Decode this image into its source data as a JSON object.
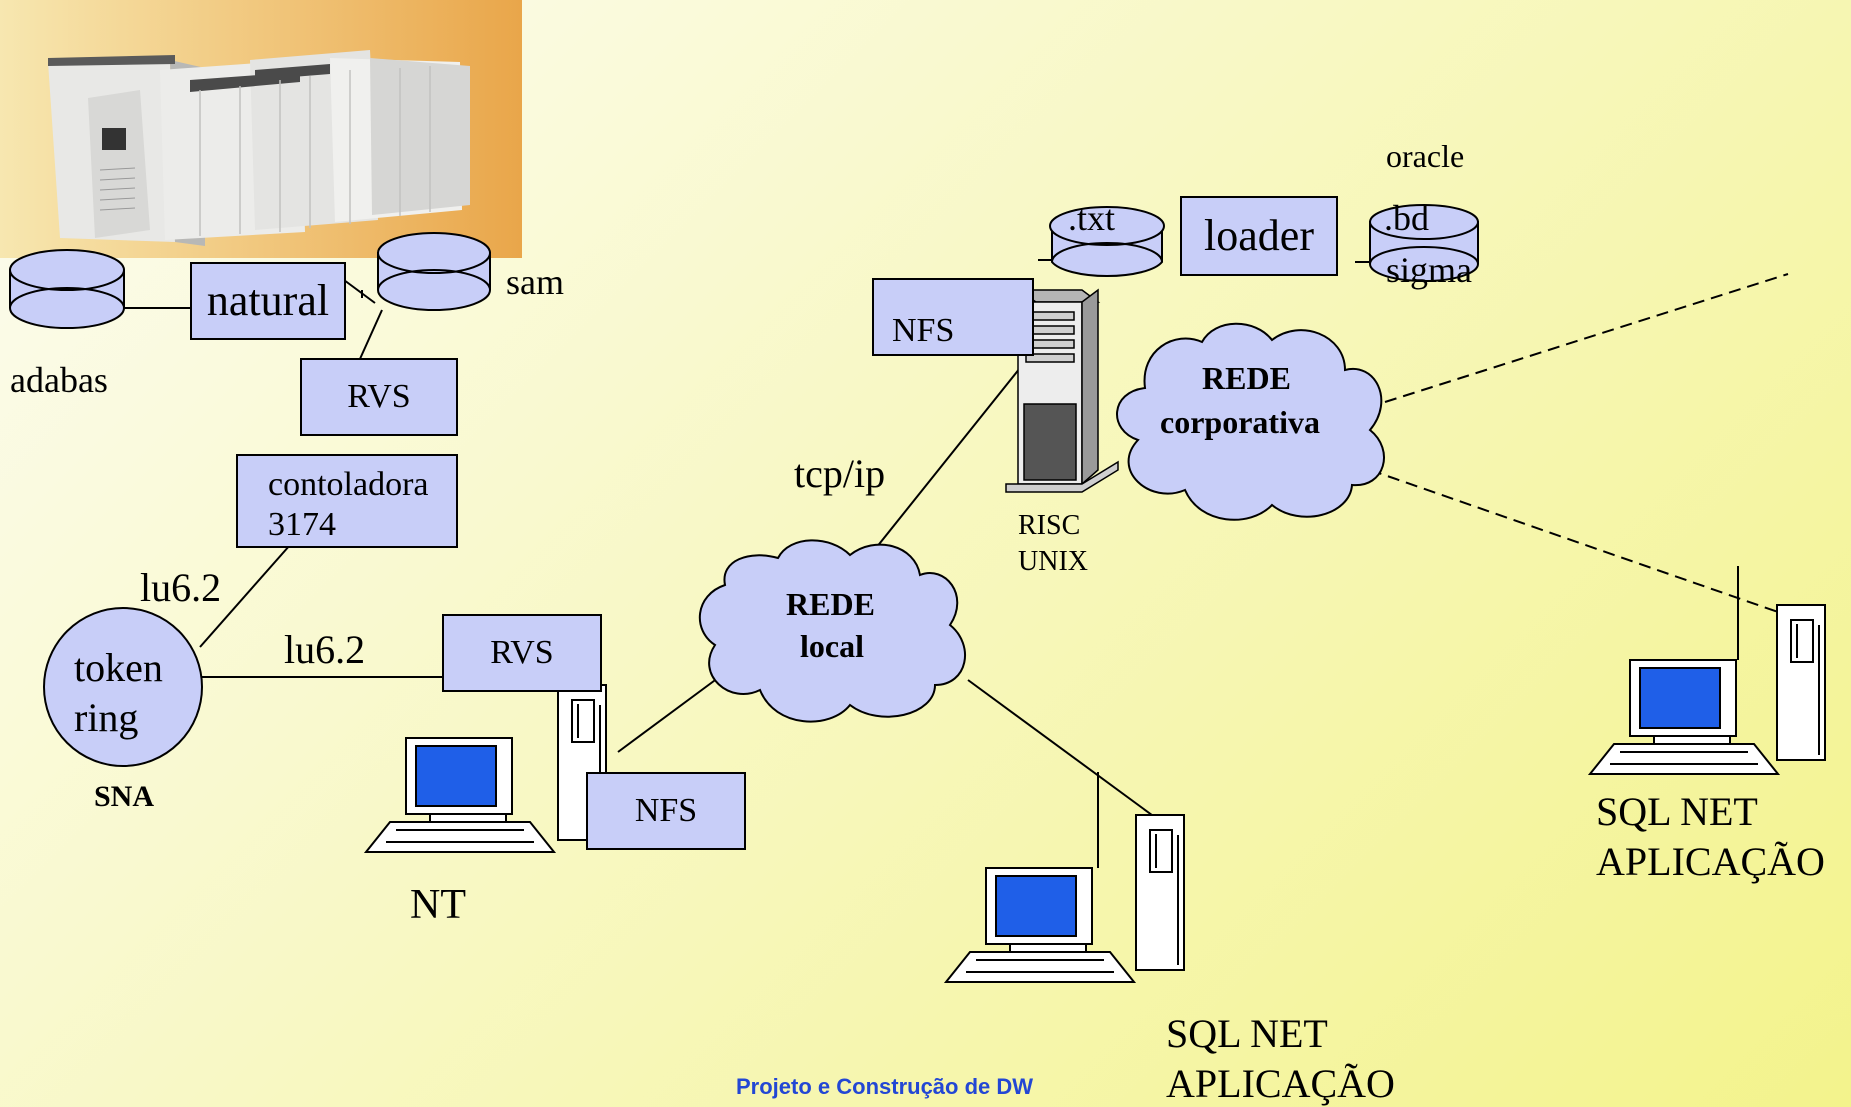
{
  "labels": {
    "adabas": "adabas",
    "sam": "sam",
    "oracle": "oracle",
    "txt": ".txt",
    "bd": ".bd",
    "sigma": "sigma",
    "tcpip": "tcp/ip",
    "risc_line1": "RISC",
    "risc_line2": "UNIX",
    "rede_corp_line1": "REDE",
    "rede_corp_line2": "corporativa",
    "rede_local_line1": "REDE",
    "rede_local_line2": "local",
    "lu62_a": "lu6.2",
    "lu62_b": "lu6.2",
    "token_line1": "token",
    "token_line2": "ring",
    "sna": "SNA",
    "nt": "NT",
    "sqlnet_right_line1": "SQL NET",
    "sqlnet_right_line2": "APLICAÇÃO",
    "sqlnet_bottom_line1": "SQL NET",
    "sqlnet_bottom_line2": "APLICAÇÃO"
  },
  "boxes": {
    "natural": "natural",
    "rvs_top": "RVS",
    "controladora_line1": "contoladora",
    "controladora_line2": "3174",
    "rvs_mid": "RVS",
    "nfs_bottom": "NFS",
    "nfs_top": "NFS",
    "loader": "loader"
  },
  "footer": "Projeto e Construção de DW",
  "colors": {
    "box_fill": "#c8cef8",
    "footer_text": "#2347d4",
    "screen_blue": "#1f5fe8"
  }
}
